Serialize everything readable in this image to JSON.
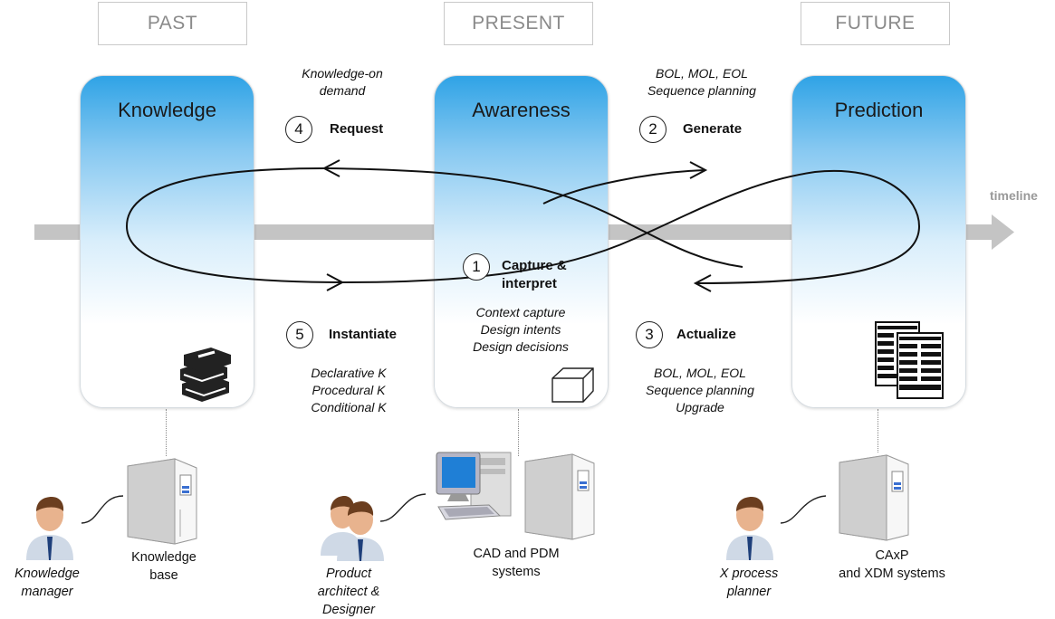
{
  "eras": {
    "past": "PAST",
    "present": "PRESENT",
    "future": "FUTURE"
  },
  "timeline_label": "timeline",
  "panels": {
    "knowledge": "Knowledge",
    "awareness": "Awareness",
    "prediction": "Prediction"
  },
  "steps": {
    "s1": {
      "num": "1",
      "label_line1": "Capture &",
      "label_line2": "interpret"
    },
    "s2": {
      "num": "2",
      "label": "Generate"
    },
    "s3": {
      "num": "3",
      "label": "Actualize"
    },
    "s4": {
      "num": "4",
      "label": "Request"
    },
    "s5": {
      "num": "5",
      "label": "Instantiate"
    }
  },
  "notes": {
    "knowledge_on_demand": [
      "Knowledge-on",
      "demand"
    ],
    "generate_note": [
      "BOL, MOL, EOL",
      "Sequence planning"
    ],
    "capture_note": [
      "Context capture",
      "Design intents",
      "Design decisions"
    ],
    "instantiate_note": [
      "Declarative K",
      "Procedural K",
      "Conditional K"
    ],
    "actualize_note": [
      "BOL, MOL, EOL",
      "Sequence planning",
      "Upgrade"
    ]
  },
  "systems": {
    "knowledge_base": [
      "Knowledge",
      "base"
    ],
    "cad_pdm": [
      "CAD and PDM",
      "systems"
    ],
    "caxp_xdm": [
      "CAxP",
      "and XDM systems"
    ]
  },
  "actors": {
    "knowledge_manager": [
      "Knowledge",
      "manager"
    ],
    "product_architect": [
      "Product",
      "architect &",
      "Designer"
    ],
    "x_process_planner": [
      "X process",
      "planner"
    ]
  },
  "colors": {
    "timeline": "#c4c4c4",
    "panel_top": "#2fa3e6",
    "tab_text": "#8a8a8a"
  }
}
